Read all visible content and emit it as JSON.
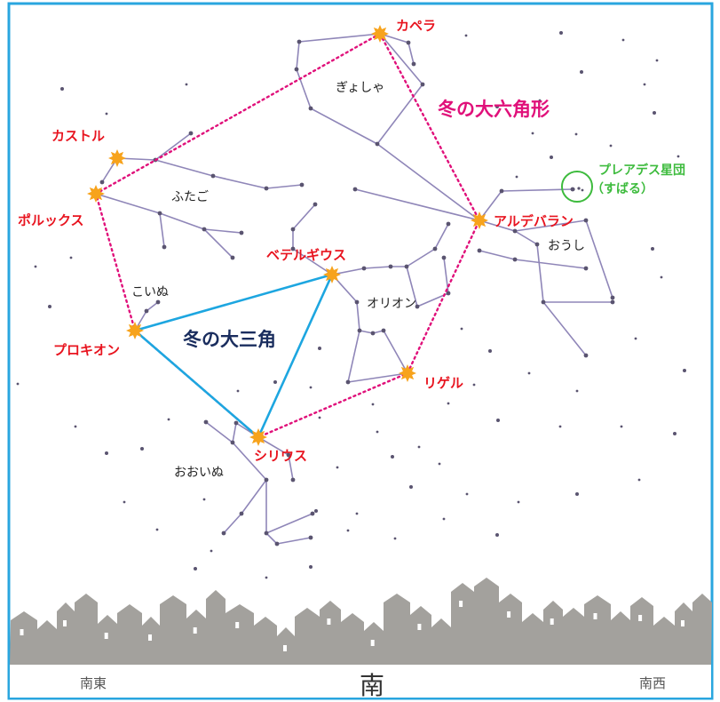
{
  "stars": {
    "capella": "カペラ",
    "castor": "カストル",
    "pollux": "ポルックス",
    "procyon": "プロキオン",
    "betelgeuse": "ベテルギウス",
    "aldebaran": "アルデバラン",
    "rigel": "リゲル",
    "sirius": "シリウス"
  },
  "constellations": {
    "auriga": "ぎょしゃ",
    "gemini": "ふたご",
    "taurus": "おうし",
    "canis_minor": "こいぬ",
    "orion": "オリオン",
    "canis_major": "おおいぬ"
  },
  "pleiades": {
    "line1": "プレアデス星団",
    "line2": "（すばる）"
  },
  "asterisms": {
    "hexagon": "冬の大六角形",
    "triangle": "冬の大三角"
  },
  "directions": {
    "southeast": "南東",
    "south": "南",
    "southwest": "南西"
  },
  "colors": {
    "frame": "#29a6df",
    "hexagon": "#e0107a",
    "triangle": "#1da6e0",
    "star_fill": "#f7a31c",
    "constellation_line": "#8f86b8",
    "skyline": "#a3a19d",
    "pleiades_ring": "#3dbb3d",
    "star_label": "#e8141f"
  }
}
